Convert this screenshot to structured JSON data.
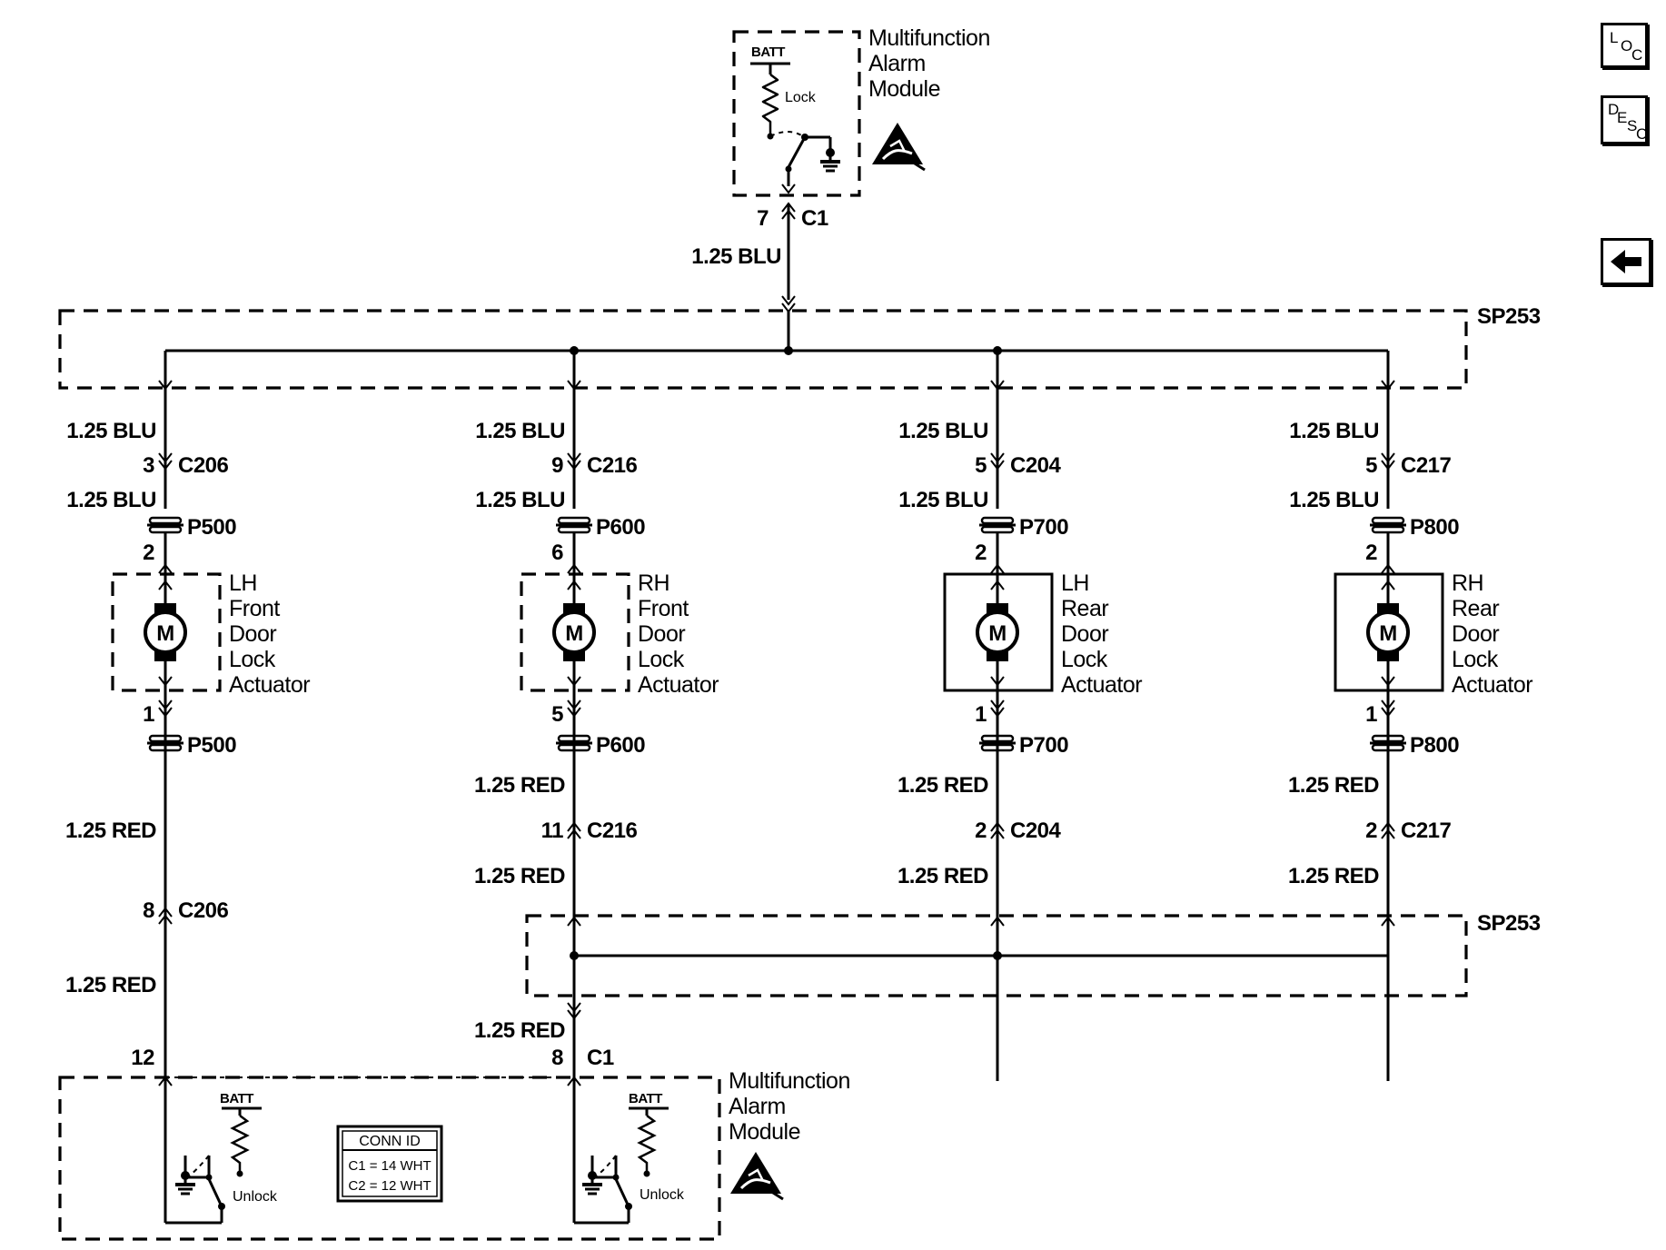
{
  "nav": {
    "loc": {
      "l": "L",
      "o": "O",
      "c": "C"
    },
    "desc": {
      "d": "D",
      "e": "E",
      "s": "S",
      "c": "C"
    }
  },
  "top_module": {
    "title": [
      "Multifunction",
      "Alarm",
      "Module"
    ],
    "batt": "BATT",
    "lock": "Lock",
    "pin": "7",
    "connector": "C1",
    "wire": "1.25 BLU"
  },
  "splices": {
    "upper": "SP253",
    "lower": "SP253"
  },
  "columns": [
    {
      "wire_top": "1.25 BLU",
      "pin_top": "3",
      "conn_top": "C206",
      "wire_mid": "1.25 BLU",
      "plug_top": "P500",
      "plug_pin_top": "2",
      "actuator": [
        "LH",
        "Front",
        "Door",
        "Lock",
        "Actuator"
      ],
      "motor": "M",
      "plug_pin_bot": "1",
      "plug_bot": "P500",
      "wire_low": "1.25 RED",
      "pin_bot": "8",
      "conn_bot": "C206",
      "wire_bottom": "1.25 RED"
    },
    {
      "wire_top": "1.25 BLU",
      "pin_top": "9",
      "conn_top": "C216",
      "wire_mid": "1.25 BLU",
      "plug_top": "P600",
      "plug_pin_top": "6",
      "actuator": [
        "RH",
        "Front",
        "Door",
        "Lock",
        "Actuator"
      ],
      "motor": "M",
      "plug_pin_bot": "5",
      "plug_bot": "P600",
      "wire_low": "1.25 RED",
      "pin_bot": "11",
      "conn_bot": "C216",
      "wire_bottom": "1.25 RED"
    },
    {
      "wire_top": "1.25 BLU",
      "pin_top": "5",
      "conn_top": "C204",
      "wire_mid": "1.25 BLU",
      "plug_top": "P700",
      "plug_pin_top": "2",
      "actuator": [
        "LH",
        "Rear",
        "Door",
        "Lock",
        "Actuator"
      ],
      "motor": "M",
      "plug_pin_bot": "1",
      "plug_bot": "P700",
      "wire_low": "1.25 RED",
      "pin_bot": "2",
      "conn_bot": "C204",
      "wire_bottom": "1.25 RED"
    },
    {
      "wire_top": "1.25 BLU",
      "pin_top": "5",
      "conn_top": "C217",
      "wire_mid": "1.25 BLU",
      "plug_top": "P800",
      "plug_pin_top": "2",
      "actuator": [
        "RH",
        "Rear",
        "Door",
        "Lock",
        "Actuator"
      ],
      "motor": "M",
      "plug_pin_bot": "1",
      "plug_bot": "P800",
      "wire_low": "1.25 RED",
      "pin_bot": "2",
      "conn_bot": "C217",
      "wire_bottom": "1.25 RED"
    }
  ],
  "bottom_module": {
    "title": [
      "Multifunction",
      "Alarm",
      "Module"
    ],
    "wire_c1": "1.25 RED",
    "pin_left": "12",
    "pin_right": "8",
    "connector_right": "C1",
    "batt_left": "BATT",
    "batt_right": "BATT",
    "unlock_left": "Unlock",
    "unlock_right": "Unlock",
    "conn_id": {
      "title": "CONN ID",
      "rows": [
        "C1 = 14 WHT",
        "C2 = 12 WHT"
      ]
    }
  }
}
